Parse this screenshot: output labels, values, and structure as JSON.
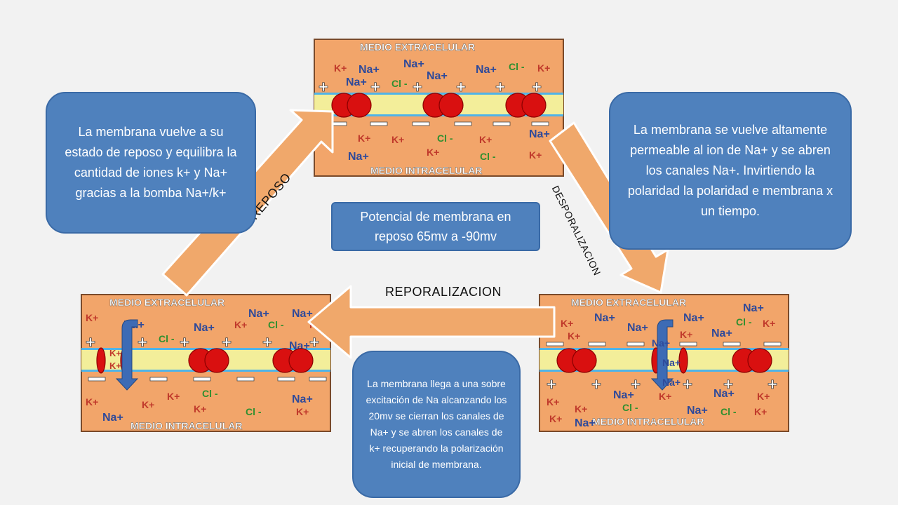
{
  "membrane": {
    "outside": "MEDIO EXTRACELULAR",
    "inside": "MEDIO INTRACELULAR",
    "ions": {
      "k": "K+",
      "na": "Na+",
      "cl": "Cl -",
      "plus": "+",
      "minus": "−"
    }
  },
  "arrows": {
    "reposo": "REPOSO",
    "despolarizacion": "DESPORALIZACION",
    "repolarizacion": "REPORALIZACION"
  },
  "boxes": {
    "left": "La membrana vuelve a su estado de reposo y equilibra la cantidad de iones k+ y Na+ gracias a la bomba Na+/k+",
    "right": "La membrana se vuelve altamente permeable al ion de Na+ y se abren los canales Na+. Invirtiendo la polaridad la polaridad e membrana x un tiempo.",
    "center": "Potencial de membrana en reposo 65mv a -90mv",
    "bottom": "La membrana llega a una sobre excitación de Na alcanzando los 20mv  se cierran los canales de Na+ y se abren los canales de k+ recuperando la polarización inicial de membrana."
  },
  "colors": {
    "panel": "#f2a56a",
    "k": "#c0392b",
    "na": "#2f4a9a",
    "cl": "#2f8f2f",
    "channel": "#d91010",
    "arrow": "#f0a86b",
    "box": "#4f81bd",
    "band": "#f3ee9a",
    "bandEdge": "#4fb4e8"
  }
}
